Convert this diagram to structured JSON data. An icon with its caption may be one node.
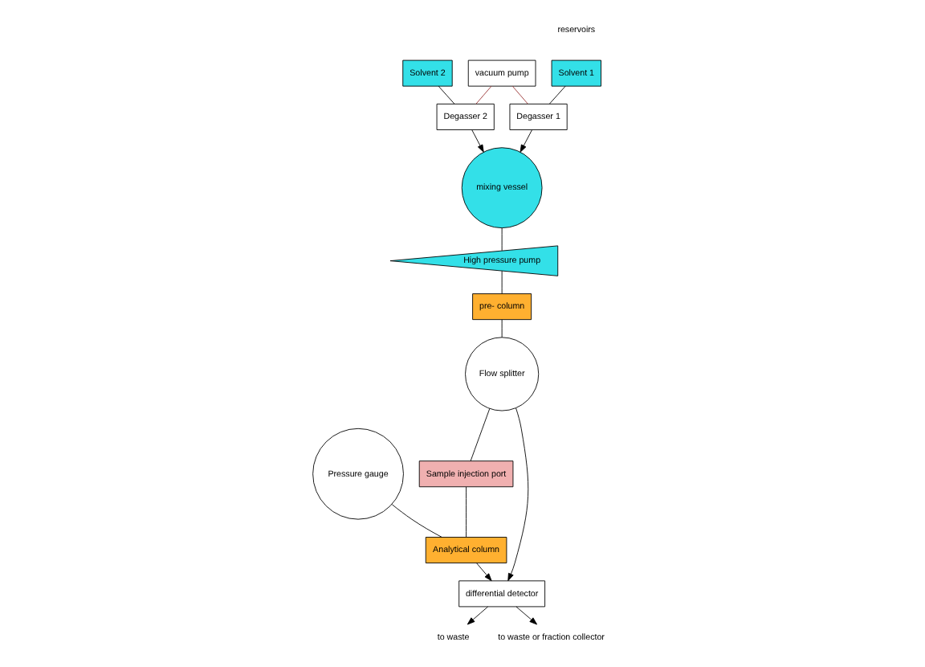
{
  "diagram": {
    "nodes": [
      {
        "text": [
          "Solvent 1"
        ]
      },
      {
        "text": [
          "Solvent 2"
        ]
      },
      {
        "text": [
          "vacuum pump"
        ]
      },
      {
        "text": [
          "Degasser 1"
        ]
      },
      {
        "text": [
          "Degasser 2"
        ]
      },
      {
        "text": [
          "mixing vessel"
        ]
      },
      {
        "text": [
          "High pressure pump"
        ]
      },
      {
        "text": [
          "pre- column"
        ]
      },
      {
        "text": [
          "Flow splitter"
        ]
      },
      {
        "text": [
          "Sample injection port"
        ]
      },
      {
        "text": [
          "Pressure gauge"
        ]
      },
      {
        "text": [
          "Analytical column"
        ]
      },
      {
        "text": [
          "differential detector"
        ]
      },
      {
        "text": [
          "to waste"
        ]
      },
      {
        "text": [
          "to waste or fraction collector"
        ]
      }
    ],
    "edges": [
      {
        "from": 0,
        "to": 3,
        "arrow": "none"
      },
      {
        "from": 1,
        "to": 4,
        "arrow": "none"
      },
      {
        "from": 2,
        "to": 3,
        "arrow": "none",
        "color": "#993333"
      },
      {
        "from": 2,
        "to": 4,
        "arrow": "none",
        "color": "#993333"
      },
      {
        "from": 3,
        "to": 5,
        "arrow": "to"
      },
      {
        "from": 4,
        "to": 5,
        "arrow": "to"
      },
      {
        "from": 5,
        "to": 6,
        "arrow": "none"
      },
      {
        "from": 6,
        "to": 7,
        "arrow": "none"
      },
      {
        "from": 7,
        "to": 8,
        "arrow": "none"
      },
      {
        "from": 8,
        "to": 9,
        "arrow": "none"
      },
      {
        "from": 9,
        "to": 11,
        "arrow": "none"
      },
      {
        "from": 10,
        "to": 11,
        "arrow": "none"
      },
      {
        "from": 8,
        "to": 12,
        "arrow": "to"
      },
      {
        "from": 11,
        "to": 12,
        "arrow": "to"
      },
      {
        "from": 12,
        "to": 13,
        "arrow": "to"
      },
      {
        "from": 12,
        "to": 14,
        "arrow": "to"
      }
    ],
    "labels": [
      "reservoirs"
    ]
  }
}
